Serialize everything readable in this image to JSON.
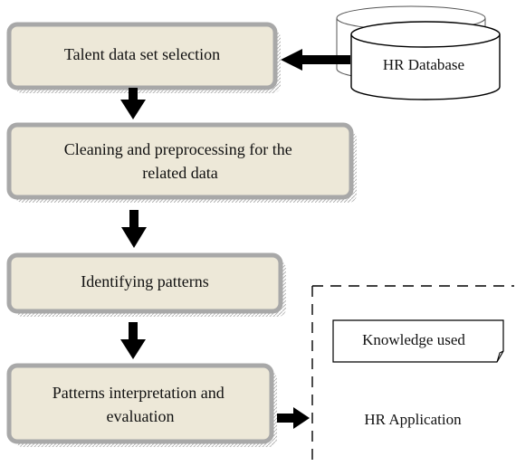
{
  "steps": [
    {
      "lines": [
        "Talent data set selection"
      ]
    },
    {
      "lines": [
        "Cleaning and preprocessing for the",
        "related data"
      ]
    },
    {
      "lines": [
        "Identifying patterns"
      ]
    },
    {
      "lines": [
        "Patterns interpretation and",
        "evaluation"
      ]
    }
  ],
  "database": {
    "label": "HR Database"
  },
  "application": {
    "note": "Knowledge used",
    "label": "HR Application"
  },
  "colors": {
    "box_fill": "#ede8d8",
    "box_border": "#a8a8a8",
    "box_shadow": "#c9c9c9",
    "arrow": "#000000",
    "line": "#000000"
  }
}
